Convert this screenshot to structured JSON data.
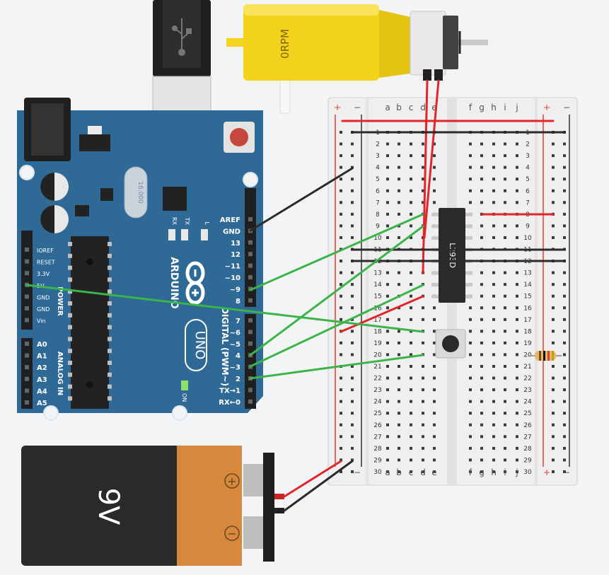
{
  "motor": {
    "speed_label": "0RPM"
  },
  "ic": {
    "label": "L293D"
  },
  "battery": {
    "voltage": "9V",
    "plus": "+",
    "minus": "−"
  },
  "arduino": {
    "brand": "ARDUINO",
    "model": "UNO",
    "crystal": "16.000",
    "digital_label": "DIGITAL (PWM~)",
    "power_label": "POWER",
    "analog_label": "ANALOG IN",
    "on_label": "ON",
    "rx_label": "RX",
    "tx_label": "TX",
    "l_label": "L",
    "header_top": [
      "AREF",
      "GND",
      "13",
      "12",
      "~11",
      "~10",
      "~9",
      "8"
    ],
    "header_bottom": [
      "7",
      "~6",
      "~5",
      "4",
      "~3",
      "2",
      "TX→1",
      "RX←0"
    ],
    "power_pins": [
      "IOREF",
      "RESET",
      "3.3V",
      "5V",
      "GND",
      "GND",
      "Vin"
    ],
    "analog_pins": [
      "A0",
      "A1",
      "A2",
      "A3",
      "A4",
      "A5"
    ]
  },
  "breadboard": {
    "col_left": [
      "a",
      "b",
      "c",
      "d",
      "e"
    ],
    "col_right": [
      "f",
      "g",
      "h",
      "i",
      "j"
    ],
    "rail_plus": "+",
    "rail_minus": "−",
    "rows": 30
  },
  "colors": {
    "arduino_blue": "#2f6a96",
    "wire_red": "#e0252b",
    "wire_black": "#2b2b2b",
    "wire_green": "#3bb44a",
    "motor_yellow": "#f2d21b",
    "battery_orange": "#d6893c"
  }
}
